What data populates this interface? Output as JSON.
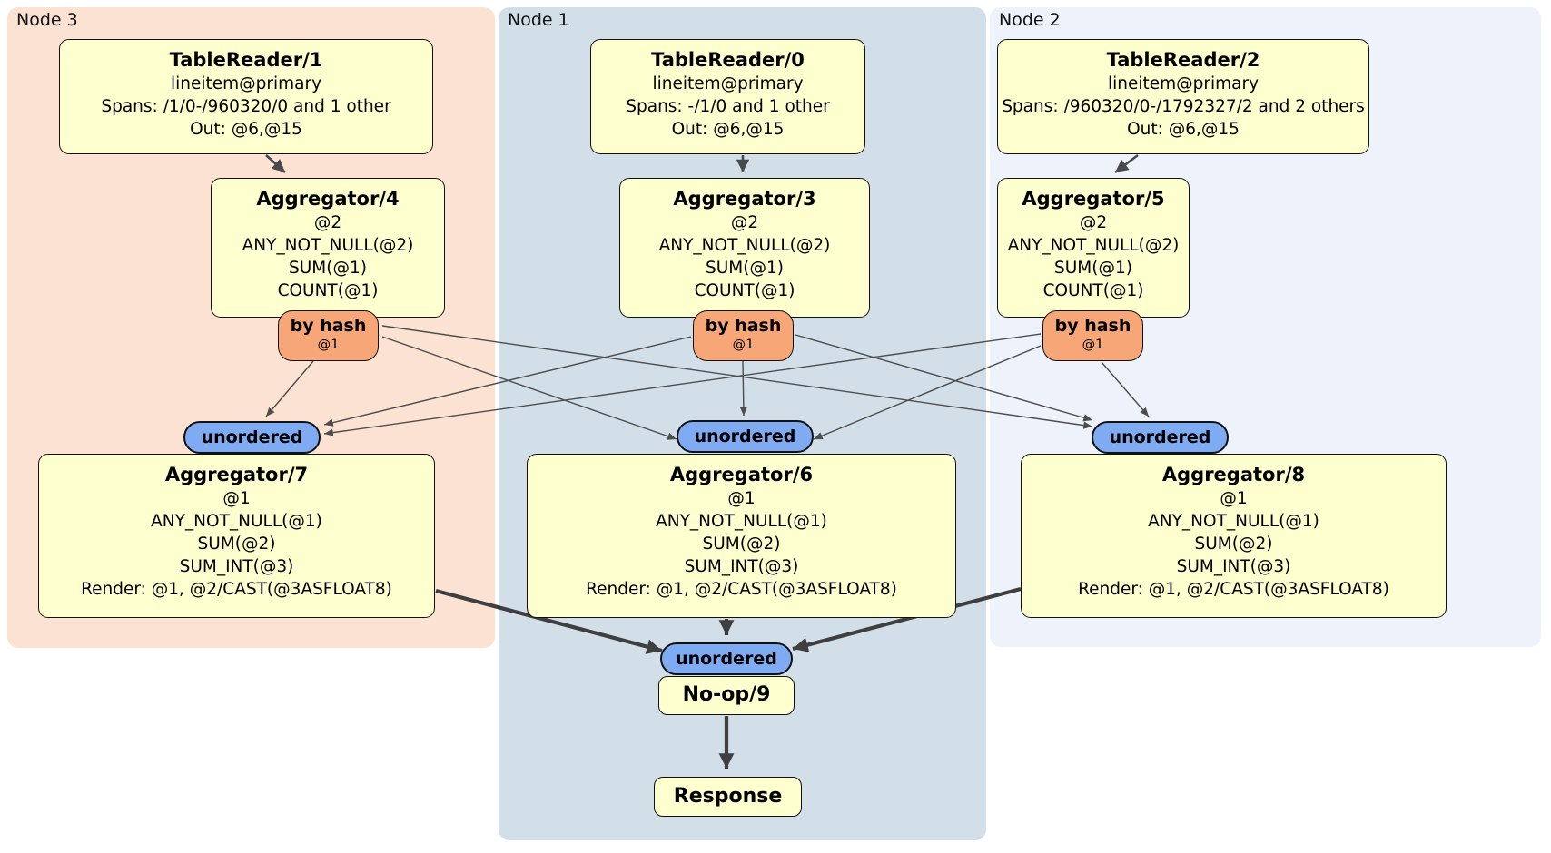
{
  "colors": {
    "node3-bg": "#fbe2d2",
    "node1-bg": "#d2dfe9",
    "node2-bg": "#edf2fb",
    "box-bg": "#feffce",
    "box-border": "#111111",
    "router-bg": "#f7a678",
    "sync-bg": "#7fabf2"
  },
  "node3": {
    "label": "Node 3",
    "table_reader": {
      "title": "TableReader/1",
      "lines": [
        "lineitem@primary",
        "Spans: /1/0-/960320/0 and 1 other",
        "Out: @6,@15"
      ]
    },
    "aggregator_top": {
      "title": "Aggregator/4",
      "lines": [
        "@2",
        "ANY_NOT_NULL(@2)",
        "SUM(@1)",
        "COUNT(@1)"
      ]
    },
    "router": {
      "label": "by hash",
      "key": "@1"
    },
    "sync": "unordered",
    "aggregator_bottom": {
      "title": "Aggregator/7",
      "lines": [
        "@1",
        "ANY_NOT_NULL(@1)",
        "SUM(@2)",
        "SUM_INT(@3)",
        "Render: @1, @2/CAST(@3ASFLOAT8)"
      ]
    }
  },
  "node1": {
    "label": "Node 1",
    "table_reader": {
      "title": "TableReader/0",
      "lines": [
        "lineitem@primary",
        "Spans: -/1/0 and 1 other",
        "Out: @6,@15"
      ]
    },
    "aggregator_top": {
      "title": "Aggregator/3",
      "lines": [
        "@2",
        "ANY_NOT_NULL(@2)",
        "SUM(@1)",
        "COUNT(@1)"
      ]
    },
    "router": {
      "label": "by hash",
      "key": "@1"
    },
    "sync": "unordered",
    "aggregator_bottom": {
      "title": "Aggregator/6",
      "lines": [
        "@1",
        "ANY_NOT_NULL(@1)",
        "SUM(@2)",
        "SUM_INT(@3)",
        "Render: @1, @2/CAST(@3ASFLOAT8)"
      ]
    }
  },
  "node2": {
    "label": "Node 2",
    "table_reader": {
      "title": "TableReader/2",
      "lines": [
        "lineitem@primary",
        "Spans: /960320/0-/1792327/2 and 2 others",
        "Out: @6,@15"
      ]
    },
    "aggregator_top": {
      "title": "Aggregator/5",
      "lines": [
        "@2",
        "ANY_NOT_NULL(@2)",
        "SUM(@1)",
        "COUNT(@1)"
      ]
    },
    "router": {
      "label": "by hash",
      "key": "@1"
    },
    "sync": "unordered",
    "aggregator_bottom": {
      "title": "Aggregator/8",
      "lines": [
        "@1",
        "ANY_NOT_NULL(@1)",
        "SUM(@2)",
        "SUM_INT(@3)",
        "Render: @1, @2/CAST(@3ASFLOAT8)"
      ]
    }
  },
  "final": {
    "sync": "unordered",
    "noop": "No-op/9",
    "response": "Response"
  }
}
